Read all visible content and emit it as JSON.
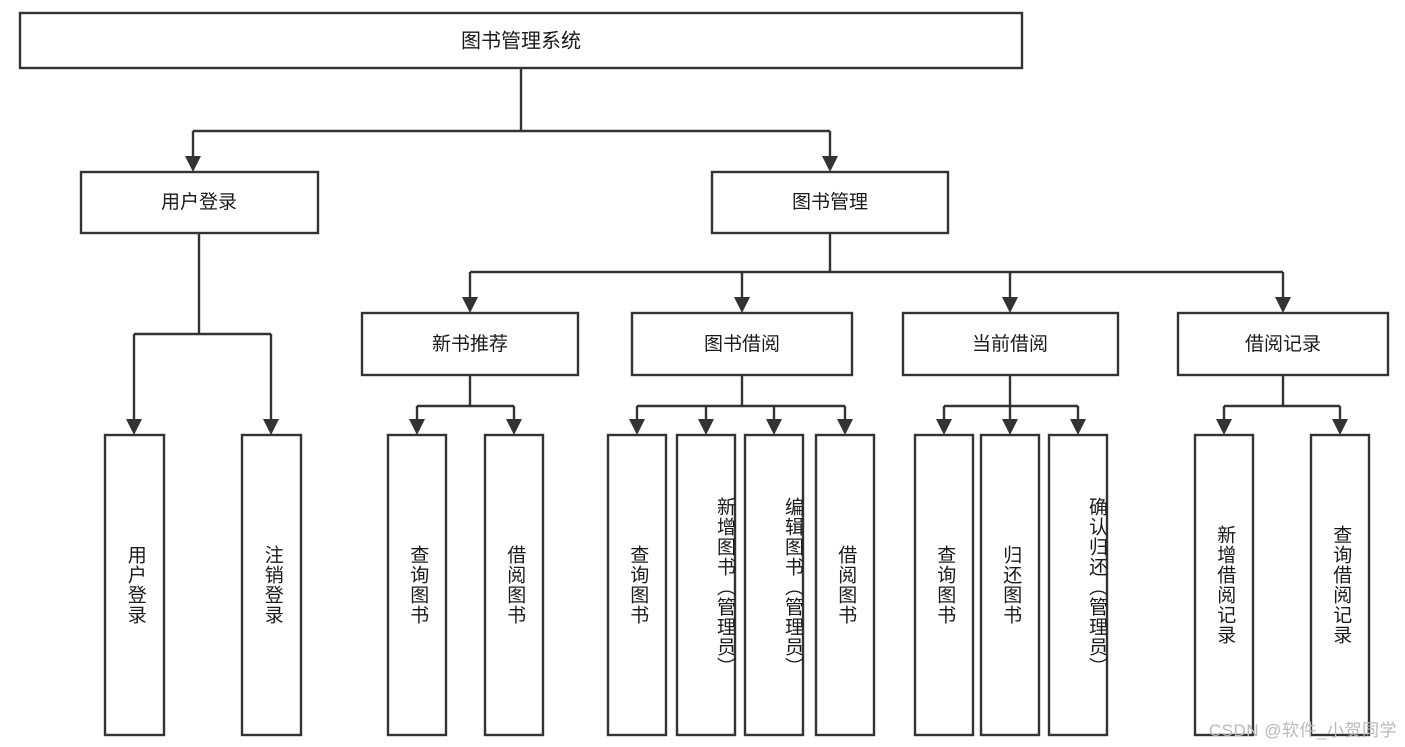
{
  "diagram": {
    "title": "图书管理系统",
    "type": "tree-hierarchy",
    "watermark": "CSDN @软件_小贺同学",
    "colors": {
      "stroke": "#333333",
      "fill": "#ffffff",
      "text": "#1a1a1a",
      "watermark": "#b9b9b9"
    },
    "root": {
      "label": "图书管理系统"
    },
    "level2": [
      {
        "label": "用户登录"
      },
      {
        "label": "图书管理"
      }
    ],
    "level3": [
      {
        "label": "新书推荐"
      },
      {
        "label": "图书借阅"
      },
      {
        "label": "当前借阅"
      },
      {
        "label": "借阅记录"
      }
    ],
    "leaves": {
      "user_login": [
        {
          "label": "用户登录"
        },
        {
          "label": "注销登录"
        }
      ],
      "new_book_recommend": [
        {
          "label": "查询图书"
        },
        {
          "label": "借阅图书"
        }
      ],
      "book_borrow": [
        {
          "label": "查询图书"
        },
        {
          "label": "新增图书（管理员）"
        },
        {
          "label": "编辑图书（管理员）"
        },
        {
          "label": "借阅图书"
        }
      ],
      "current_borrow": [
        {
          "label": "查询图书"
        },
        {
          "label": "归还图书"
        },
        {
          "label": "确认归还（管理员）"
        }
      ],
      "borrow_record": [
        {
          "label": "新增借阅记录"
        },
        {
          "label": "查询借阅记录"
        }
      ]
    }
  }
}
